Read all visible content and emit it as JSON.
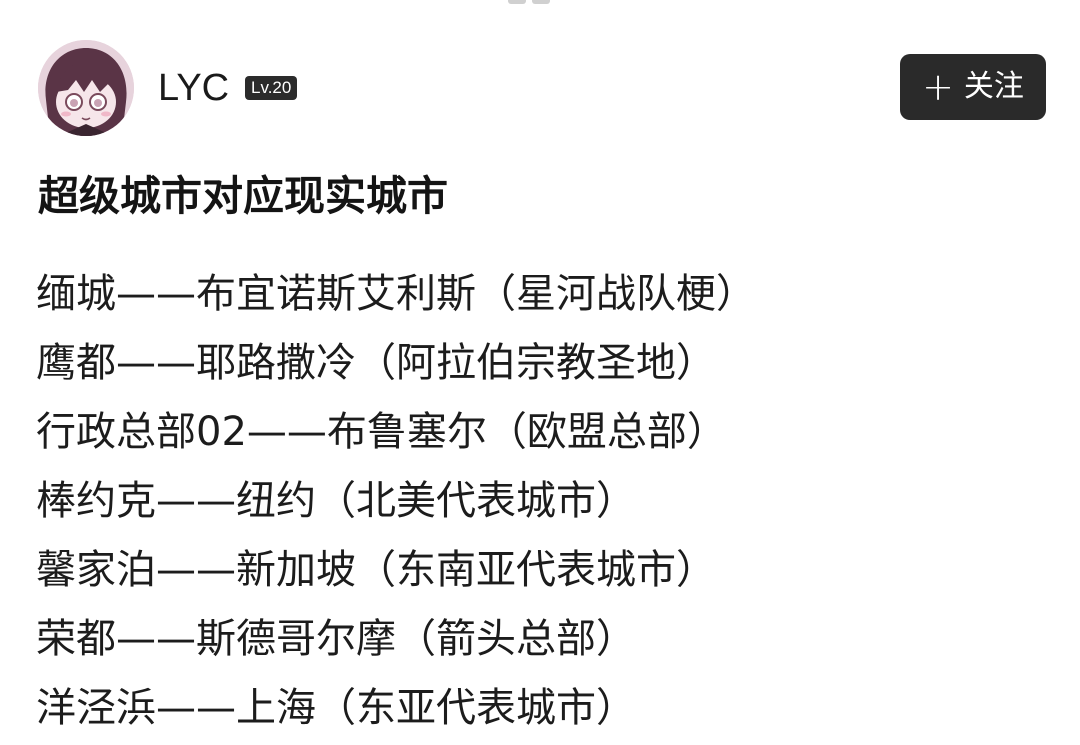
{
  "author": {
    "name": "LYC",
    "level": "Lv.20"
  },
  "follow_button": {
    "plus": "+",
    "label": "关注"
  },
  "post": {
    "title": "超级城市对应现实城市",
    "lines": [
      "缅城——布宜诺斯艾利斯（星河战队梗）",
      "鹰都——耶路撒冷（阿拉伯宗教圣地）",
      "行政总部02——布鲁塞尔（欧盟总部）",
      "棒约克——纽约（北美代表城市）",
      "馨家泊——新加坡（东南亚代表城市）",
      "荣都——斯德哥尔摩（箭头总部）",
      "洋泾浜——上海（东亚代表城市）"
    ]
  },
  "colors": {
    "button_bg": "#2a2a2a",
    "badge_bg": "#2b2b2b",
    "text": "#1a1a1a",
    "background": "#ffffff"
  },
  "icons": {
    "avatar": "anime-girl-avatar",
    "follow": "plus-icon"
  }
}
